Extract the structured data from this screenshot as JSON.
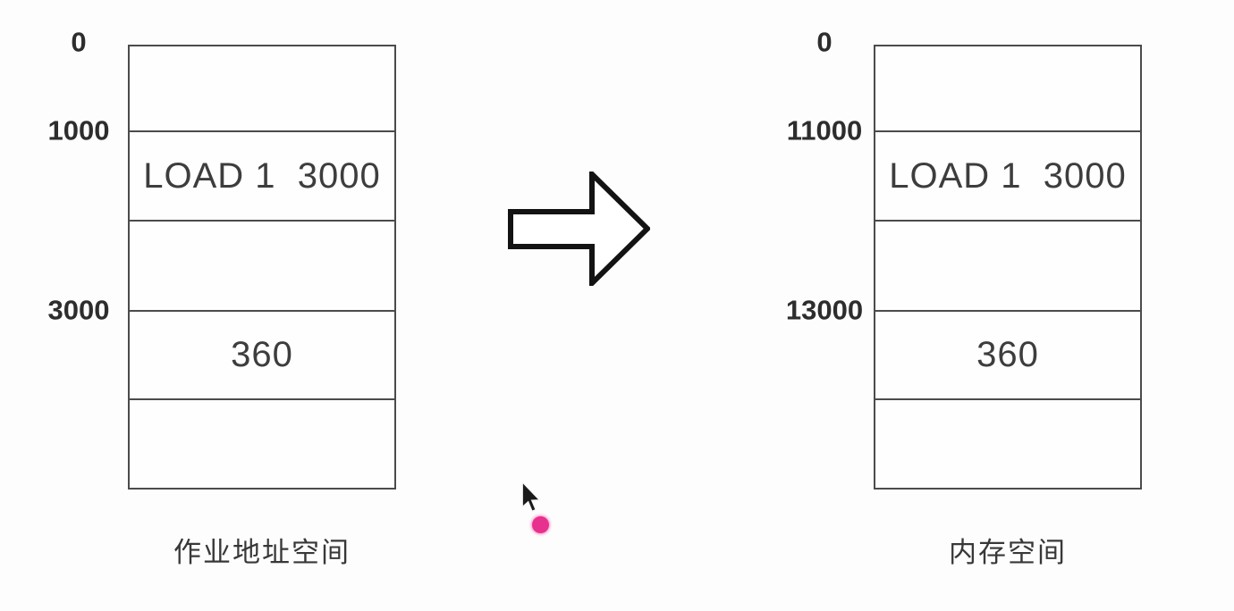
{
  "diagram": {
    "title_hint": "address relocation (job address space loaded into memory space)",
    "left": {
      "caption": "作业地址空间",
      "labels": [
        {
          "text": "0"
        },
        {
          "text": "1000"
        },
        {
          "text": "3000"
        }
      ],
      "rows": [
        {
          "text": ""
        },
        {
          "text": "LOAD 1  3000"
        },
        {
          "text": ""
        },
        {
          "text": "360"
        },
        {
          "text": ""
        }
      ]
    },
    "right": {
      "caption": "内存空间",
      "labels": [
        {
          "text": "0"
        },
        {
          "text": "11000"
        },
        {
          "text": "13000"
        }
      ],
      "rows": [
        {
          "text": ""
        },
        {
          "text": "LOAD 1  3000"
        },
        {
          "text": ""
        },
        {
          "text": "360"
        },
        {
          "text": ""
        }
      ]
    },
    "arrow": {
      "name": "right-arrow",
      "direction": "right"
    },
    "pointer": {
      "dot_color": "#e8308f",
      "cursor": "arrow-pointer"
    },
    "colors": {
      "background": "#fdfdfd",
      "line": "#4b4b4b",
      "content_text": "#3d3d3d",
      "label_text": "#2d2d2d",
      "arrow_stroke": "#131313"
    }
  }
}
